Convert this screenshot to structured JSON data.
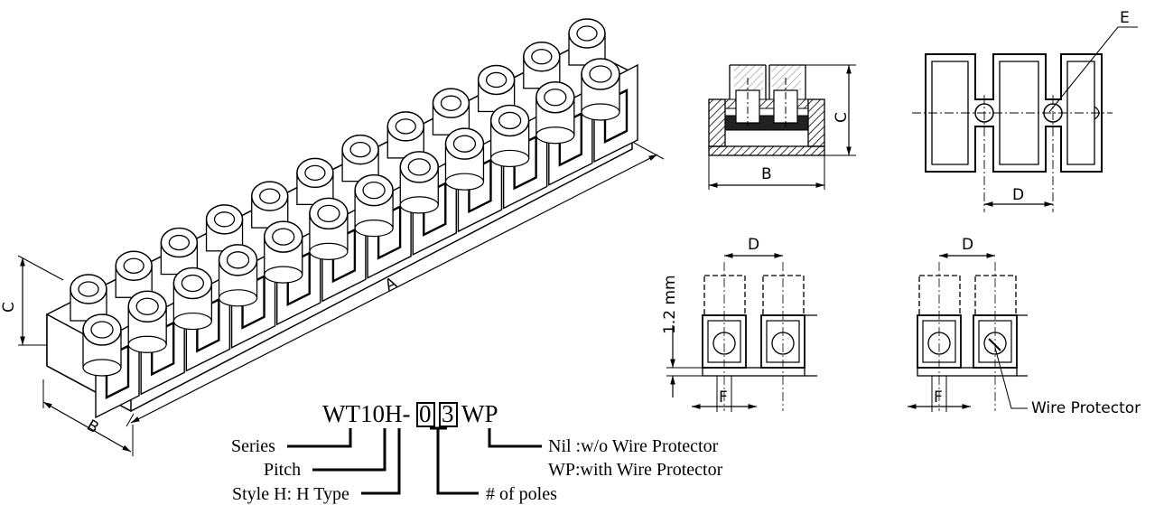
{
  "iso_labels": {
    "a": "A",
    "b": "B",
    "c": "C"
  },
  "section_labels": {
    "b": "B",
    "c": "C"
  },
  "top_labels": {
    "d": "D",
    "e": "E"
  },
  "detail_left": {
    "d": "D",
    "f": "F",
    "mm": "1.2 mm"
  },
  "detail_right": {
    "d": "D",
    "f": "F",
    "wp": "Wire Protector"
  },
  "part_code": {
    "prefix": "WT10H-",
    "box1": "0",
    "box2": "3",
    "suffix": "WP",
    "series": "Series",
    "pitch": "Pitch",
    "style": "Style H: H Type",
    "poles": "# of poles",
    "nil": "Nil :w/o Wire Protector",
    "wp": "WP:with Wire Protector"
  }
}
